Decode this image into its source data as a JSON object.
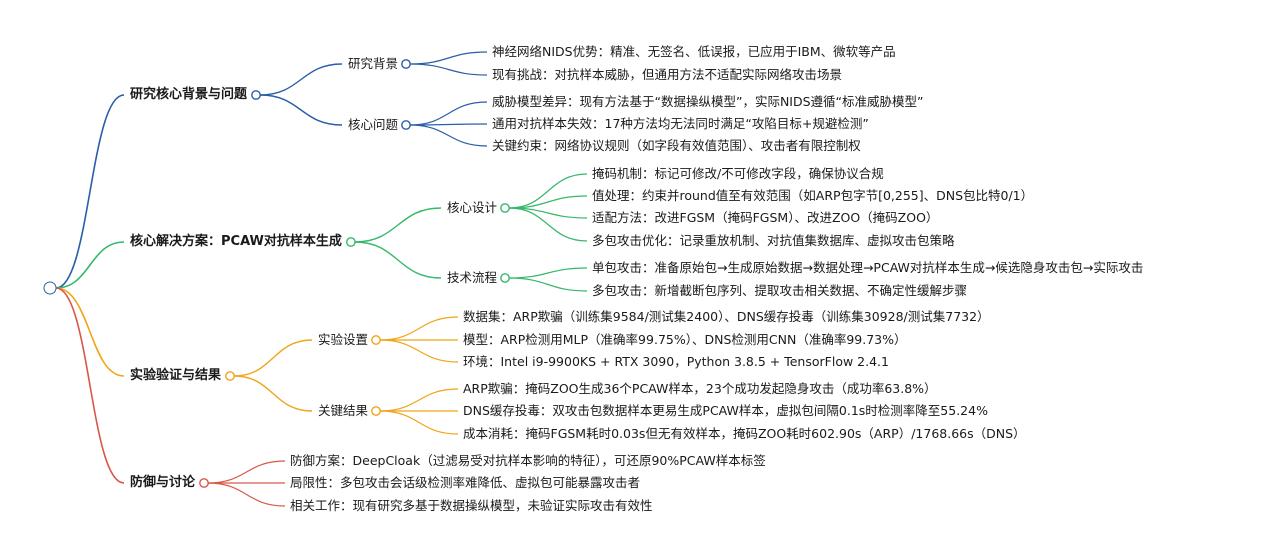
{
  "colors": {
    "blue": "#2a5ea8",
    "green": "#35b86a",
    "orange": "#f0a418",
    "red": "#d9584a"
  },
  "branches": [
    {
      "label": "研究核心背景与问题",
      "color": "blue",
      "children": [
        {
          "label": "研究背景",
          "children": [
            "神经网络NIDS优势：精准、无签名、低误报，已应用于IBM、微软等产品",
            "现有挑战：对抗样本威胁，但通用方法不适配实际网络攻击场景"
          ]
        },
        {
          "label": "核心问题",
          "children": [
            "威胁模型差异：现有方法基于“数据操纵模型”，实际NIDS遵循“标准威胁模型”",
            "通用对抗样本失效：17种方法均无法同时满足“攻陷目标+规避检测”",
            "关键约束：网络协议规则（如字段有效值范围）、攻击者有限控制权"
          ]
        }
      ]
    },
    {
      "label": "核心解决方案：PCAW对抗样本生成",
      "color": "green",
      "children": [
        {
          "label": "核心设计",
          "children": [
            "掩码机制：标记可修改/不可修改字段，确保协议合规",
            "值处理：约束并round值至有效范围（如ARP包字节[0,255]、DNS包比特0/1）",
            "适配方法：改进FGSM（掩码FGSM）、改进ZOO（掩码ZOO）",
            "多包攻击优化：记录重放机制、对抗值集数据库、虚拟攻击包策略"
          ]
        },
        {
          "label": "技术流程",
          "children": [
            "单包攻击：准备原始包→生成原始数据→数据处理→PCAW对抗样本生成→候选隐身攻击包→实际攻击",
            "多包攻击：新增截断包序列、提取攻击相关数据、不确定性缓解步骤"
          ]
        }
      ]
    },
    {
      "label": "实验验证与结果",
      "color": "orange",
      "children": [
        {
          "label": "实验设置",
          "children": [
            "数据集：ARP欺骗（训练集9584/测试集2400）、DNS缓存投毒（训练集30928/测试集7732）",
            "模型：ARP检测用MLP（准确率99.75%）、DNS检测用CNN（准确率99.73%）",
            "环境：Intel i9-9900KS + RTX 3090，Python 3.8.5 + TensorFlow 2.4.1"
          ]
        },
        {
          "label": "关键结果",
          "children": [
            "ARP欺骗：掩码ZOO生成36个PCAW样本，23个成功发起隐身攻击（成功率63.8%）",
            "DNS缓存投毒：双攻击包数据样本更易生成PCAW样本，虚拟包间隔0.1s时检测率降至55.24%",
            "成本消耗：掩码FGSM耗时0.03s但无有效样本，掩码ZOO耗时602.90s（ARP）/1768.66s（DNS）"
          ]
        }
      ]
    },
    {
      "label": "防御与讨论",
      "color": "red",
      "children": [
        "防御方案：DeepCloak（过滤易受对抗样本影响的特征），可还原90%PCAW样本标签",
        "局限性：多包攻击会话级检测率难降低、虚拟包可能暴露攻击者",
        "相关工作：现有研究多基于数据操纵模型，未验证实际攻击有效性"
      ]
    }
  ]
}
